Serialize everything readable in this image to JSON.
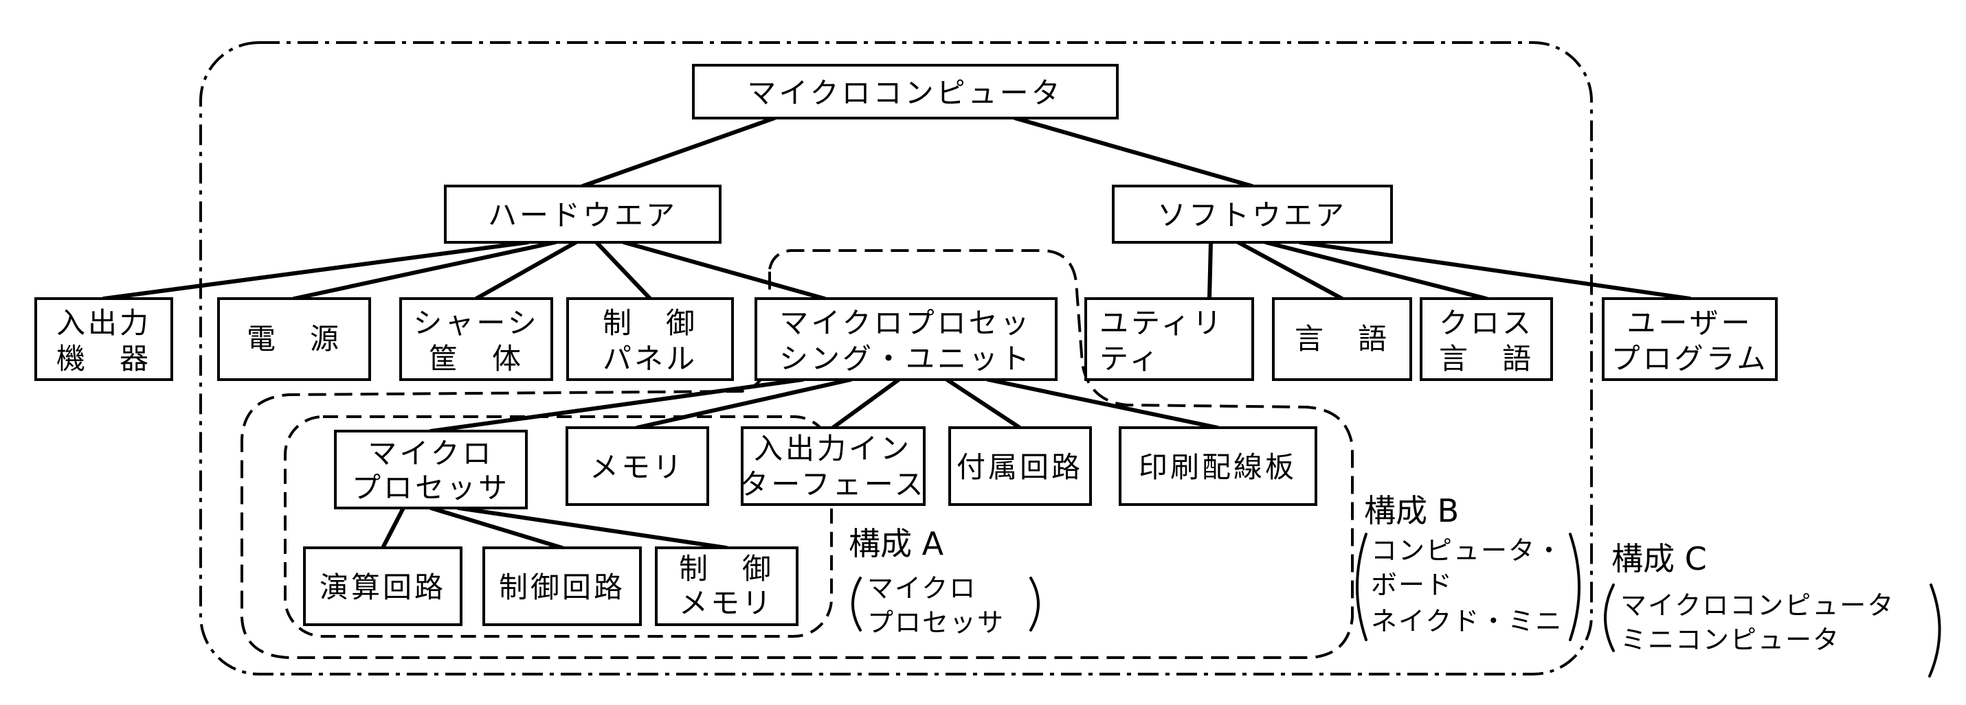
{
  "nodes": {
    "root": [
      "マイクロコンピュータ"
    ],
    "hardware": [
      "ハードウエア"
    ],
    "software": [
      "ソフトウエア"
    ],
    "io_device": [
      "入出力",
      "機　器"
    ],
    "power": [
      "電　源"
    ],
    "chassis": [
      "シャーシ",
      "筐　体"
    ],
    "control_panel": [
      "制　御",
      "パネル"
    ],
    "mpu": [
      "マイクロプロセッ",
      "シング・ユニット"
    ],
    "utility": [
      "ユティリ",
      "ティ"
    ],
    "language": [
      "言　語"
    ],
    "cross_language": [
      "クロス",
      "言　語"
    ],
    "user_program": [
      "ユーザー",
      "プログラム"
    ],
    "microprocessor": [
      "マイクロ",
      "プロセッサ"
    ],
    "memory": [
      "メモリ"
    ],
    "io_interface": [
      "入出力イン",
      "ターフェース"
    ],
    "aux_circuit": [
      "付属回路"
    ],
    "pcb": [
      "印刷配線板"
    ],
    "alu": [
      "演算回路"
    ],
    "control_circuit": [
      "制御回路"
    ],
    "control_memory": [
      "制　御",
      "メモリ"
    ]
  },
  "config_a": {
    "label": "構成 A",
    "lines": [
      "マイクロ",
      "プロセッサ"
    ]
  },
  "config_b": {
    "label": "構成 B",
    "lines": [
      "コンピュータ・",
      "ボード",
      "ネイクド・ミニ"
    ]
  },
  "config_c": {
    "label": "構成 C",
    "lines": [
      "マイクロコンピュータ",
      "ミニコンピュータ"
    ]
  },
  "edges": [
    [
      "root",
      "hardware"
    ],
    [
      "root",
      "software"
    ],
    [
      "hardware",
      "io_device"
    ],
    [
      "hardware",
      "power"
    ],
    [
      "hardware",
      "chassis"
    ],
    [
      "hardware",
      "control_panel"
    ],
    [
      "hardware",
      "mpu"
    ],
    [
      "software",
      "utility"
    ],
    [
      "software",
      "language"
    ],
    [
      "software",
      "cross_language"
    ],
    [
      "software",
      "user_program"
    ],
    [
      "mpu",
      "microprocessor"
    ],
    [
      "mpu",
      "memory"
    ],
    [
      "mpu",
      "io_interface"
    ],
    [
      "mpu",
      "aux_circuit"
    ],
    [
      "mpu",
      "pcb"
    ],
    [
      "microprocessor",
      "alu"
    ],
    [
      "microprocessor",
      "control_circuit"
    ],
    [
      "microprocessor",
      "control_memory"
    ]
  ]
}
